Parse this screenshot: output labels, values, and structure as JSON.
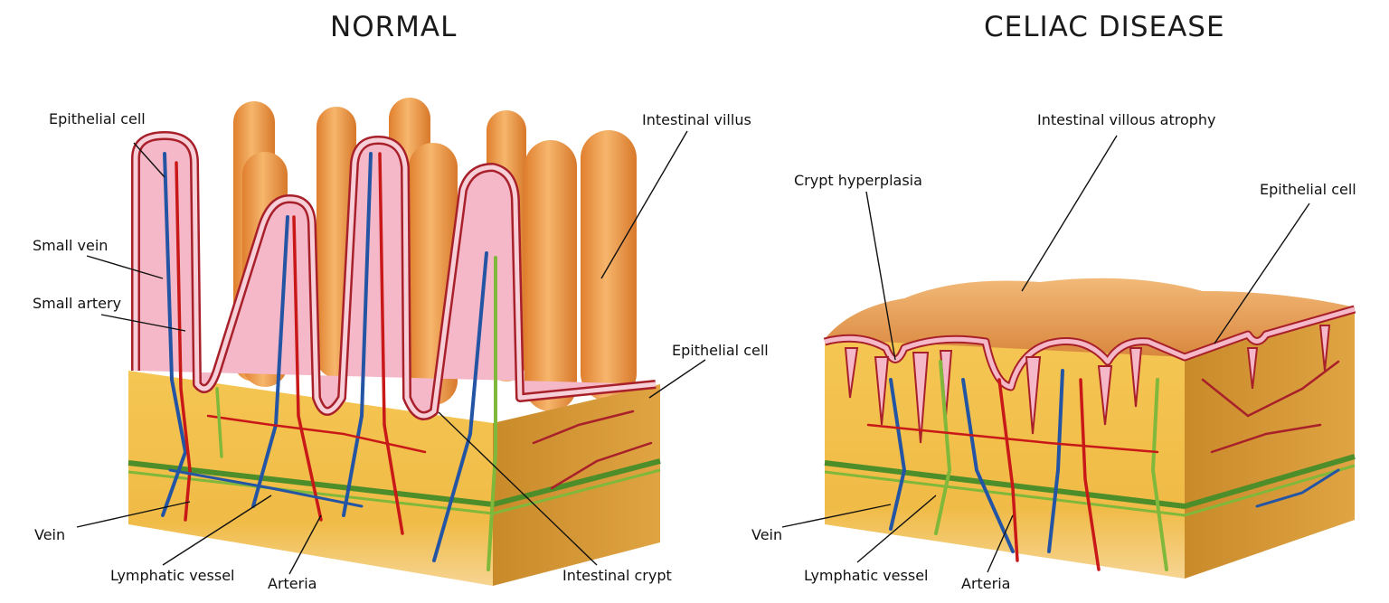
{
  "titles": {
    "normal": "NORMAL",
    "celiac": "CELIAC DISEASE"
  },
  "normal_labels": {
    "epithelial_cell_top": "Epithelial cell",
    "small_vein": "Small vein",
    "small_artery": "Small artery",
    "intestinal_villus": "Intestinal villus",
    "epithelial_cell_right": "Epithelial cell",
    "vein": "Vein",
    "lymphatic_vessel": "Lymphatic vessel",
    "arteria": "Arteria",
    "intestinal_crypt": "Intestinal crypt"
  },
  "celiac_labels": {
    "intestinal_villous_atrophy": "Intestinal villous atrophy",
    "crypt_hyperplasia": "Crypt hyperplasia",
    "epithelial_cell": "Epithelial cell",
    "vein": "Vein",
    "lymphatic_vessel": "Lymphatic vessel",
    "arteria": "Arteria"
  },
  "colors": {
    "villus_orange": "#f0a050",
    "villus_dark": "#a8202a",
    "tissue_yellow": "#f2c04a",
    "tissue_shadow": "#c88a2a",
    "epithelium_pink": "#f4b8c8",
    "vein_blue": "#2455a4",
    "artery_red": "#c81818",
    "lymph_green": "#7fb83a",
    "band_green": "#4e8e2a"
  }
}
